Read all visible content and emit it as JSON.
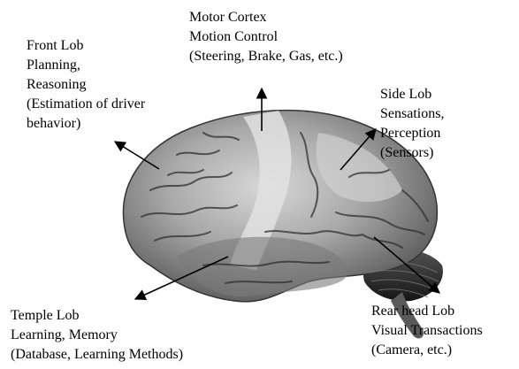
{
  "labels": {
    "front": {
      "lines": [
        "Front Lob",
        "Planning,",
        "Reasoning",
        "(Estimation of driver",
        "behavior)"
      ]
    },
    "motor": {
      "lines": [
        "Motor Cortex",
        "Motion Control",
        "(Steering, Brake, Gas, etc.)"
      ]
    },
    "side": {
      "lines": [
        "Side Lob",
        "Sensations,",
        "Perception",
        "(Sensors)"
      ]
    },
    "temple": {
      "lines": [
        "Temple Lob",
        "Learning, Memory",
        "(Database, Learning Methods)"
      ]
    },
    "rear": {
      "lines": [
        "Rear head Lob",
        "Visual Transactions",
        "(Camera, etc.)"
      ]
    }
  },
  "colors": {
    "arrow": "#000000",
    "brain_base": "#8a8a8a",
    "brain_light": "#cfcfcf",
    "brain_dark": "#3a3a3a",
    "cerebellum": "#2b2b2b"
  },
  "icons": {
    "brain": "brain-illustration"
  }
}
